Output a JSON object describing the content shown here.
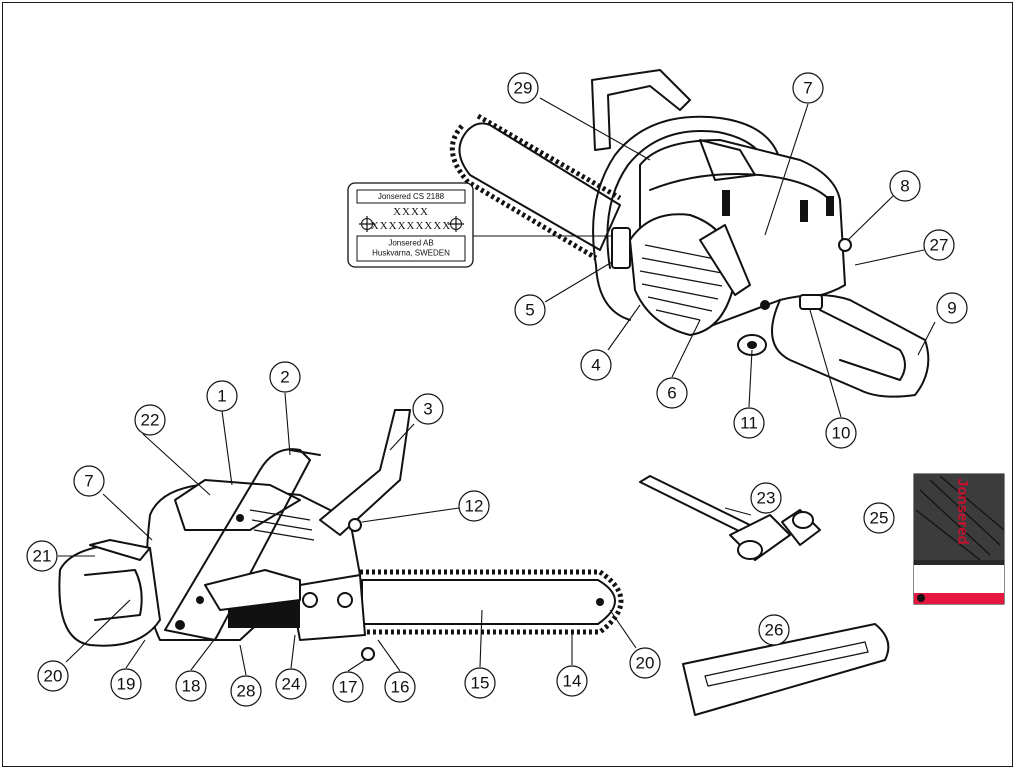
{
  "callouts": [
    "1",
    "2",
    "3",
    "4",
    "5",
    "6",
    "7",
    "7",
    "8",
    "9",
    "10",
    "11",
    "12",
    "14",
    "15",
    "16",
    "17",
    "18",
    "19",
    "20",
    "20",
    "21",
    "22",
    "23",
    "24",
    "25",
    "26",
    "27",
    "28",
    "29"
  ],
  "plate": {
    "model": "Jonsered CS 2188",
    "code1": "XXXX",
    "code2": "XXXXXXXXX",
    "maker": "Jonsered AB",
    "address": "Huskvarna, SWEDEN"
  },
  "manual": {
    "brand": "Jonsered",
    "cover_colors": {
      "dark": "#2a2a2a",
      "band": "#e5173f",
      "white": "#ffffff"
    }
  },
  "colors": {
    "ink": "#111111",
    "paper": "#ffffff"
  }
}
